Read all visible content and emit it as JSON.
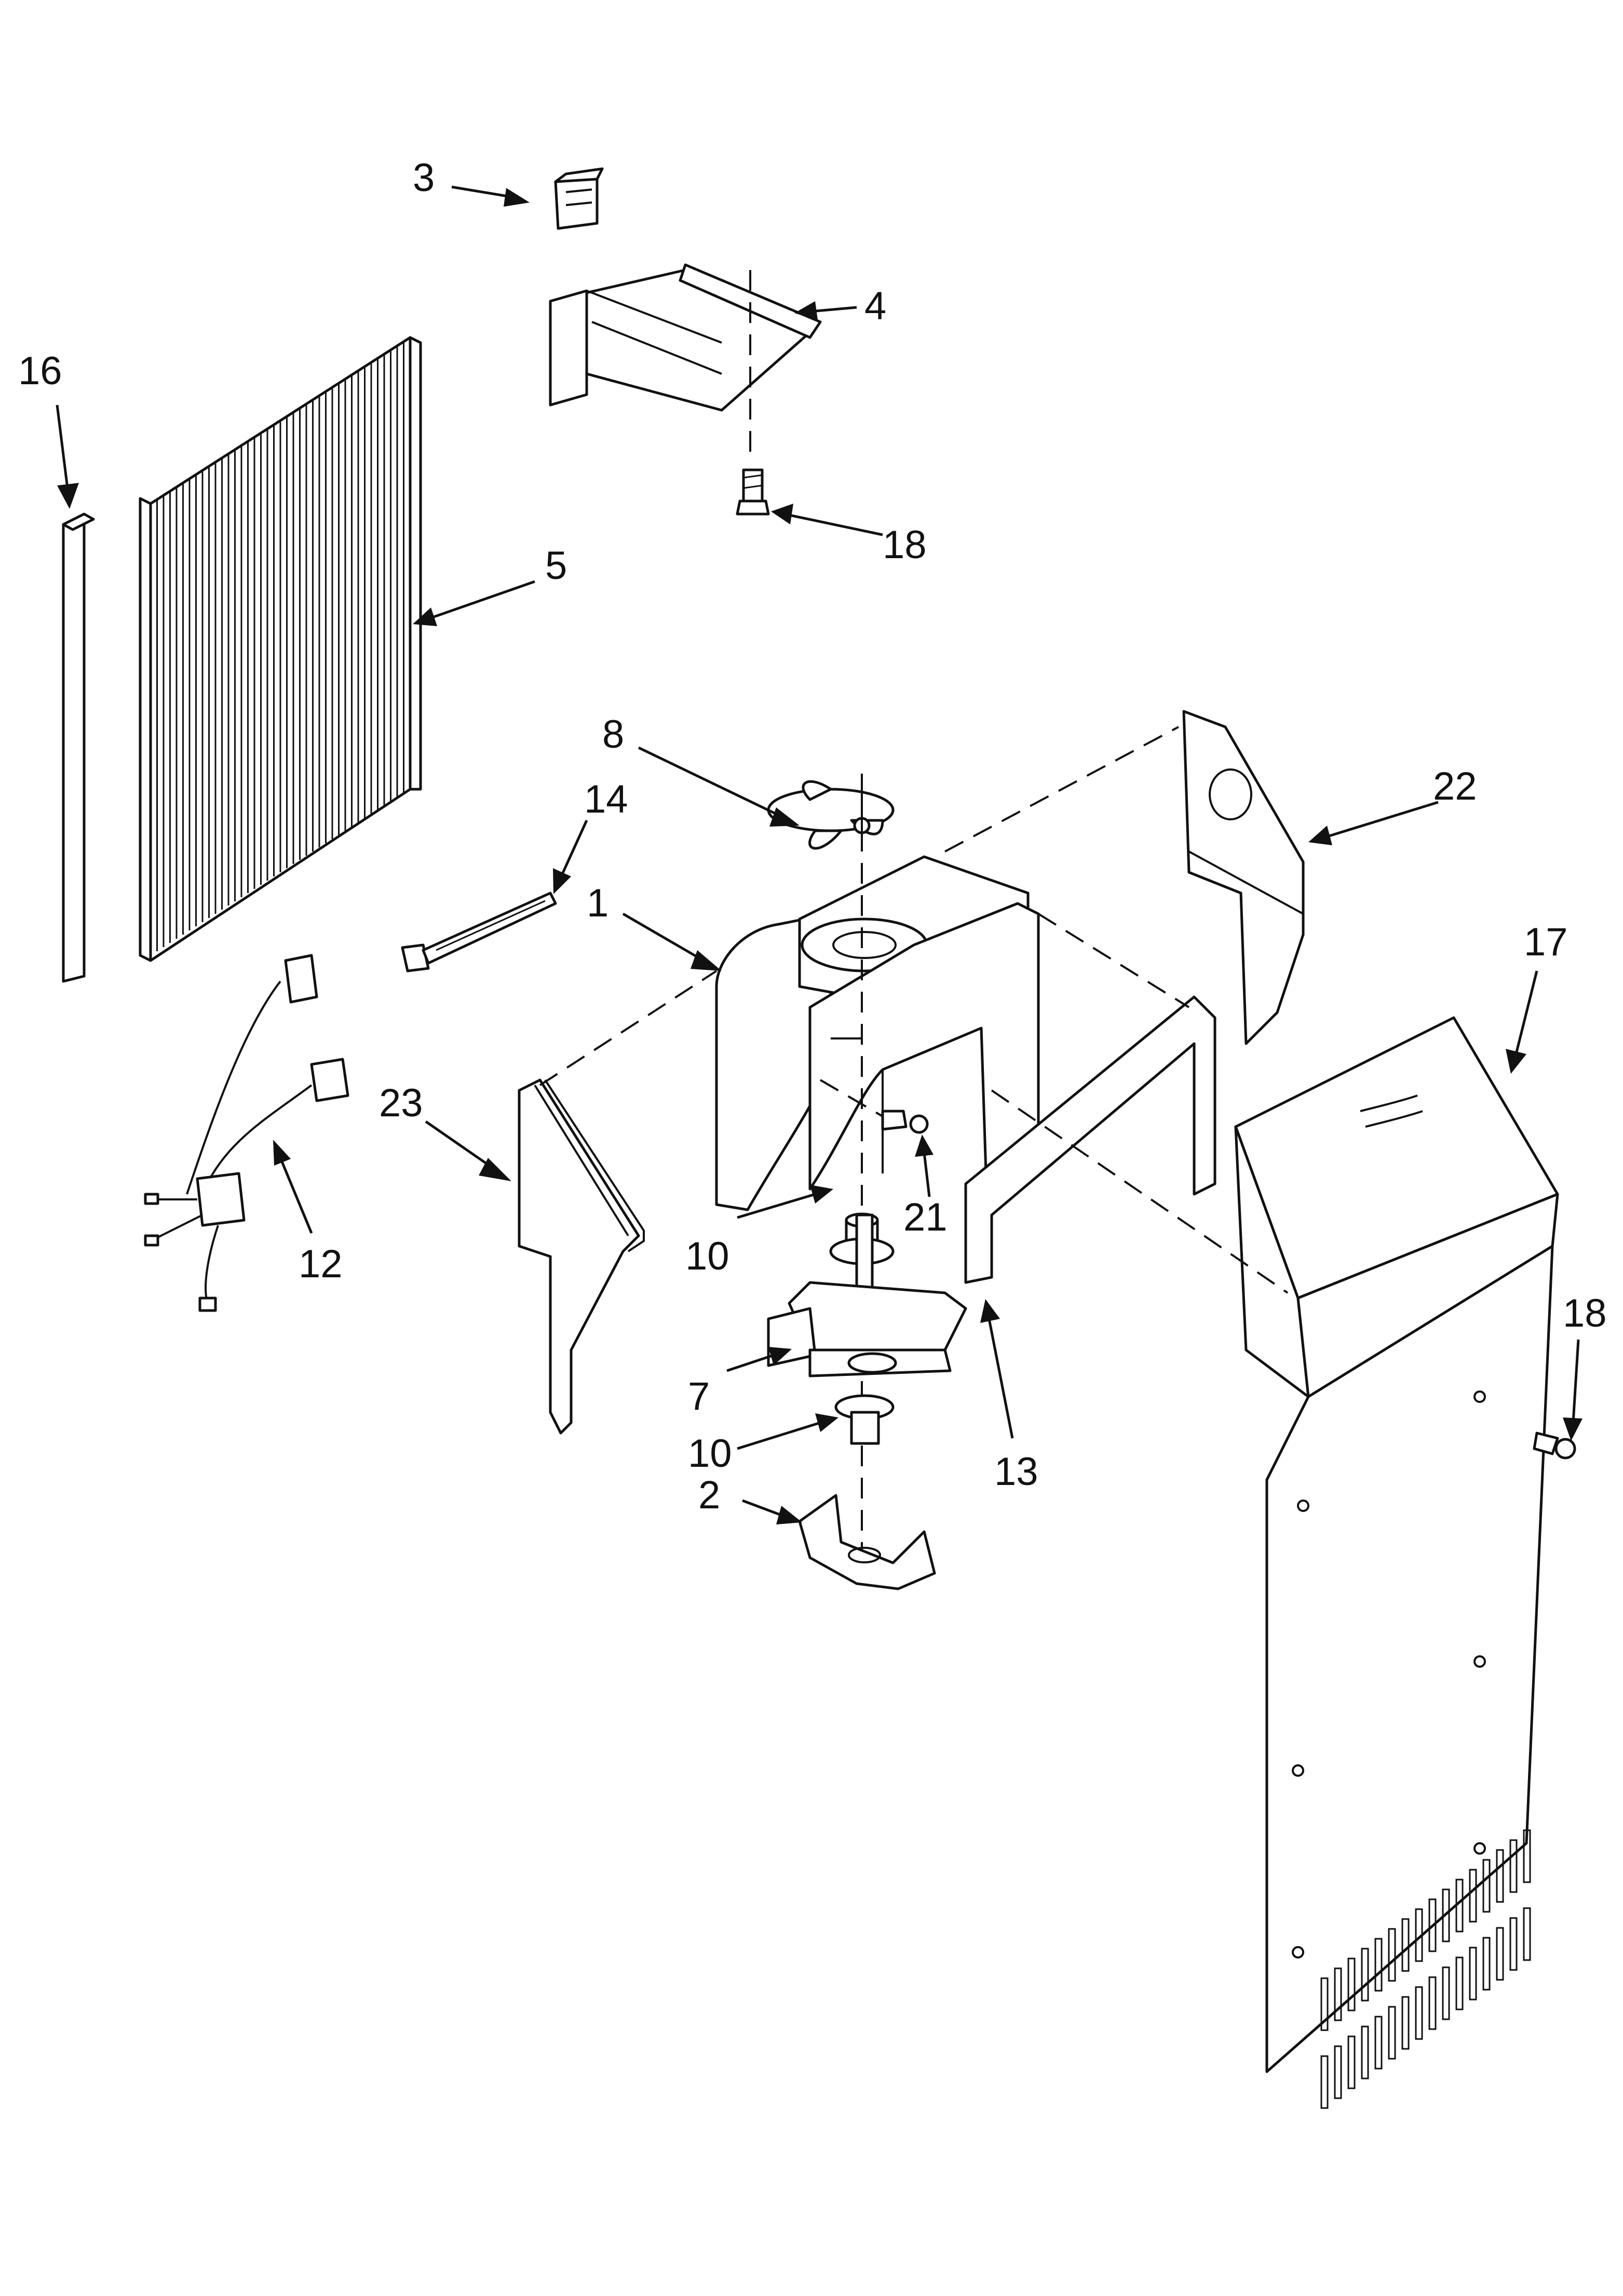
{
  "callouts": {
    "c1": "1",
    "c2": "2",
    "c3": "3",
    "c4": "4",
    "c5": "5",
    "c7": "7",
    "c8": "8",
    "c10a": "10",
    "c10b": "10",
    "c12": "12",
    "c13": "13",
    "c14": "14",
    "c16": "16",
    "c17": "17",
    "c18a": "18",
    "c18b": "18",
    "c21": "21",
    "c22": "22",
    "c23": "23"
  }
}
